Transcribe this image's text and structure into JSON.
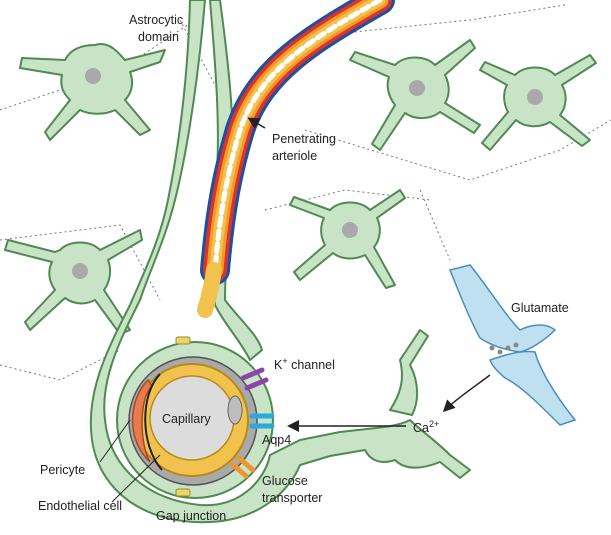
{
  "labels": {
    "astrocytic_domain_1": "Astrocytic",
    "astrocytic_domain_2": "domain",
    "penetrating_arteriole_1": "Penetrating",
    "penetrating_arteriole_2": "arteriole",
    "glutamate": "Glutamate",
    "k_channel_base": "K",
    "k_channel_sup": "+",
    "k_channel_rest": " channel",
    "capillary": "Capillary",
    "aqp4": "Aqp4",
    "ca_base": "Ca",
    "ca_sup": "2+",
    "pericyte": "Pericyte",
    "endothelial_cell": "Endothelial cell",
    "glucose_transporter_1": "Glucose",
    "glucose_transporter_2": "transporter",
    "gap_junction": "Gap junction"
  },
  "colors": {
    "astrocyte_fill": "#c9e3c6",
    "astrocyte_stroke": "#4f8a52",
    "nucleus": "#a9a9a9",
    "capillary_wall": "#f2c24e",
    "capillary_lumen": "#dcdcdc",
    "pericyte": "#e87a4e",
    "synapse": "#bfe0f0",
    "k_channel": "#8e44ad",
    "aqp4": "#29a9e0",
    "glucose_transporter": "#f0962e",
    "arteriole_red": "#d8342a",
    "arteriole_orange": "#f39a2a",
    "arteriole_blue": "#1f4fa0"
  }
}
